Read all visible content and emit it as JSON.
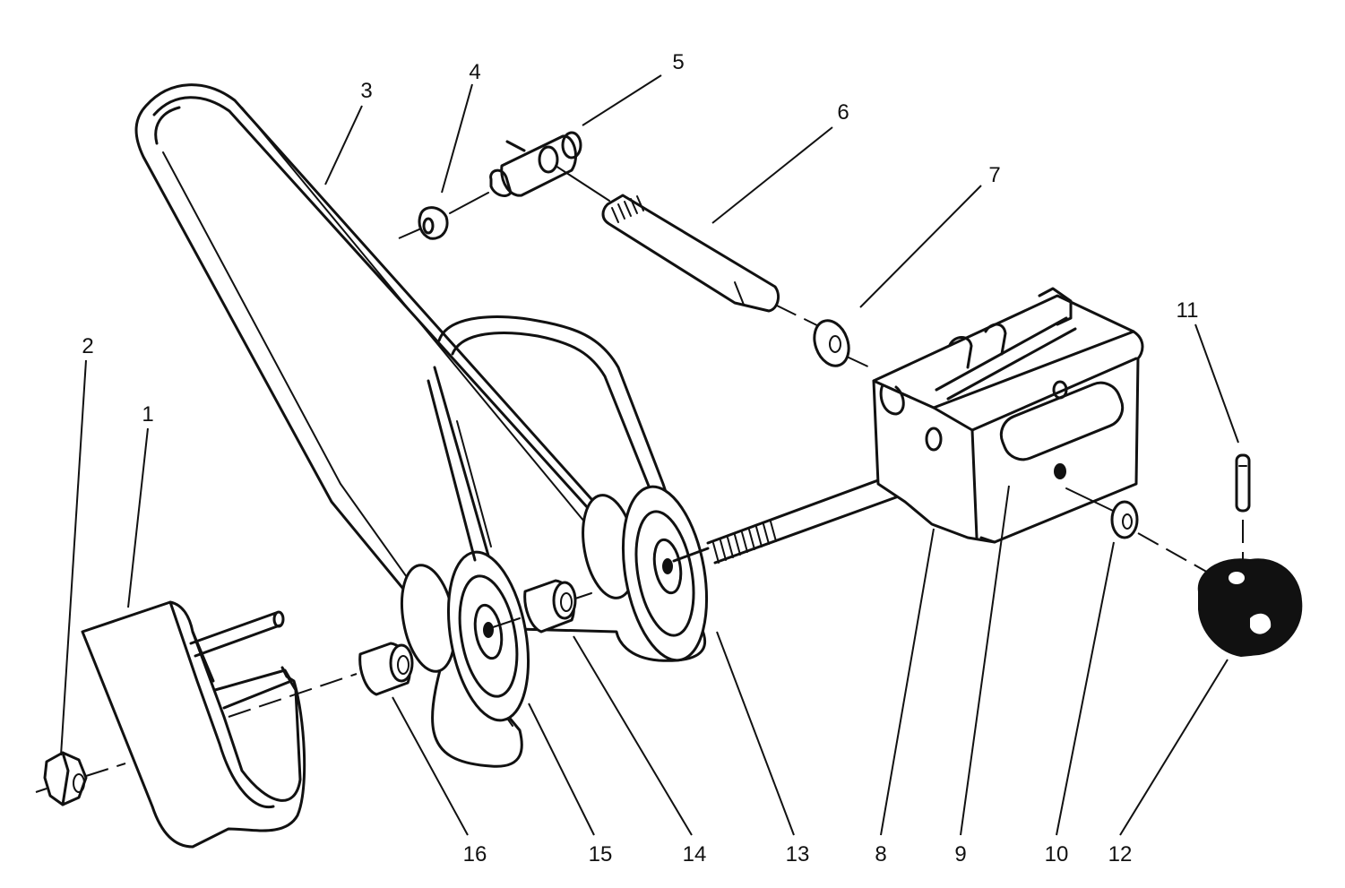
{
  "diagram": {
    "parts": [
      {
        "id": "part-1",
        "label": "1"
      },
      {
        "id": "part-2",
        "label": "2"
      },
      {
        "id": "part-3",
        "label": "3"
      },
      {
        "id": "part-4",
        "label": "4"
      },
      {
        "id": "part-5",
        "label": "5"
      },
      {
        "id": "part-6",
        "label": "6"
      },
      {
        "id": "part-7",
        "label": "7"
      },
      {
        "id": "part-8",
        "label": "8"
      },
      {
        "id": "part-9",
        "label": "9"
      },
      {
        "id": "part-10",
        "label": "10"
      },
      {
        "id": "part-11",
        "label": "11"
      },
      {
        "id": "part-12",
        "label": "12"
      },
      {
        "id": "part-13",
        "label": "13"
      },
      {
        "id": "part-14",
        "label": "14"
      },
      {
        "id": "part-15",
        "label": "15"
      },
      {
        "id": "part-16",
        "label": "16"
      }
    ]
  }
}
